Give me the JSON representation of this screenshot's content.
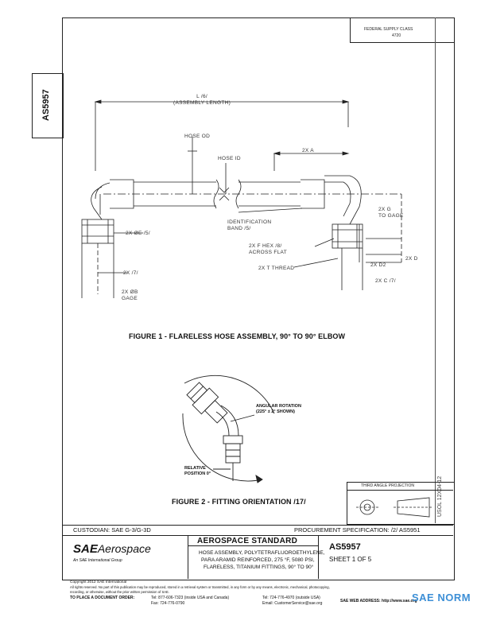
{
  "header": {
    "fed_supply_class_label": "FEDERAL SUPPLY CLASS",
    "fed_supply_class_value": "4720"
  },
  "side": {
    "doc_number": "AS5957",
    "right_margin_code": "USOL 12X04-12"
  },
  "figure1": {
    "caption": "FIGURE 1 - FLARELESS HOSE ASSEMBLY, 90° TO 90° ELBOW",
    "labels": {
      "assembly_length": "L /6/\n(ASSEMBLY LENGTH)",
      "hose_od": "HOSE OD",
      "hose_id": "HOSE ID",
      "twox_a": "2X A",
      "twox_od_b": "2X ØE /5/",
      "twox_7": "2X /7/",
      "twox_gage": "2X ØB\nGAGE",
      "identification_band": "IDENTIFICATION\nBAND /5/",
      "twox_f_hex": "2X F HEX /8/\nACROSS FLAT",
      "twox_t_thread": "2X T THREAD",
      "twox_g_gage": "2X G\nTO GAGE",
      "twox_d2": "2X D2",
      "twox_c": "2X C /7/",
      "twox_d": "2X D"
    }
  },
  "figure2": {
    "caption": "FIGURE 2 - FITTING ORIENTATION /17/",
    "angular_label": "ANGULAR ROTATION\n(225° ± 2° SHOWN)",
    "relative_label": "RELATIVE\nPOSITION 0°"
  },
  "third_angle": {
    "label": "THIRD ANGLE PROJECTION"
  },
  "title_block": {
    "custodian": "CUSTODIAN:  SAE G-3/G-3D",
    "procurement": "PROCUREMENT SPECIFICATION: /2/ AS5951",
    "logo_sae": "SAE",
    "logo_aerospace": "Aerospace",
    "logo_sub": "An SAE International Group",
    "standard_title": "AEROSPACE STANDARD",
    "description_line1": "HOSE ASSEMBLY, POLYTETRAFLUOROETHYLENE,",
    "description_line2": "PARA ARAMID REINFORCED, 275 °F, 5080 PSI,",
    "description_line3": "FLARELESS, TITANIUM FITTINGS, 90° TO 90°",
    "doc_number": "AS5957",
    "sheet": "SHEET 1 OF 5"
  },
  "footer": {
    "copyright": "Copyright 2012 SAE International",
    "rights": "All rights reserved. No part of this publication may be reproduced, stored in a retrieval system or transmitted, in any form or by any means, electronic, mechanical, photocopying,",
    "rights2": "recording, or otherwise, without the prior written permission of SAE.",
    "to_place": "TO PLACE A DOCUMENT ORDER:",
    "tel1": "Tel: 877-606-7323 (inside USA and Canada)",
    "tel2": "Tel: 724-776-4970 (outside USA)",
    "fax": "Fax: 724-776-0790",
    "email": "Email: CustomerService@sae.org",
    "web": "SAE WEB ADDRESS: http://www.sae.org",
    "watermark": "SAE NORM"
  }
}
